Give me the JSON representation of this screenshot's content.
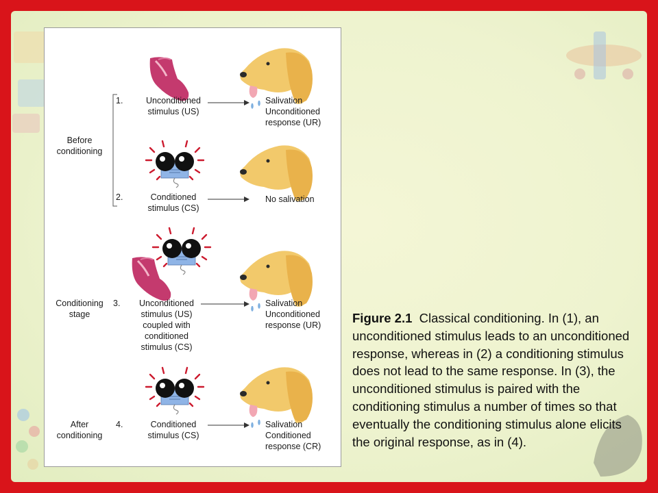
{
  "figure": {
    "phases": {
      "before": "Before\nconditioning",
      "conditioning": "Conditioning\nstage",
      "after": "After\nconditioning"
    },
    "rows": [
      {
        "number": "1.",
        "stimulus": "Unconditioned\nstimulus (US)",
        "response": "Salivation\nUnconditioned\nresponse (UR)"
      },
      {
        "number": "2.",
        "stimulus": "Conditioned\nstimulus (CS)",
        "response": "No salivation"
      },
      {
        "number": "3.",
        "stimulus": "Unconditioned\nstimulus (US)\ncoupled with\nconditioned\nstimulus (CS)",
        "response": "Salivation\nUnconditioned\nresponse (UR)"
      },
      {
        "number": "4.",
        "stimulus": "Conditioned\nstimulus (CS)",
        "response": "Salivation\nConditioned\nresponse (CR)"
      }
    ]
  },
  "caption": {
    "label": "Figure 2.1",
    "text": "Classical conditioning. In (1), an unconditioned stimulus leads to an unconditioned response, whereas in (2) a conditioning stimulus does not lead to the same response. In (3), the unconditioned stimulus is paired with the conditioning stimulus a number of times so that eventually the conditioning stimulus alone elicits the original response, as in (4)."
  },
  "colors": {
    "frame": "#d9141a",
    "meat": "#c43a6e",
    "dog": "#f2c96b",
    "bell": "#8fb4e6"
  }
}
